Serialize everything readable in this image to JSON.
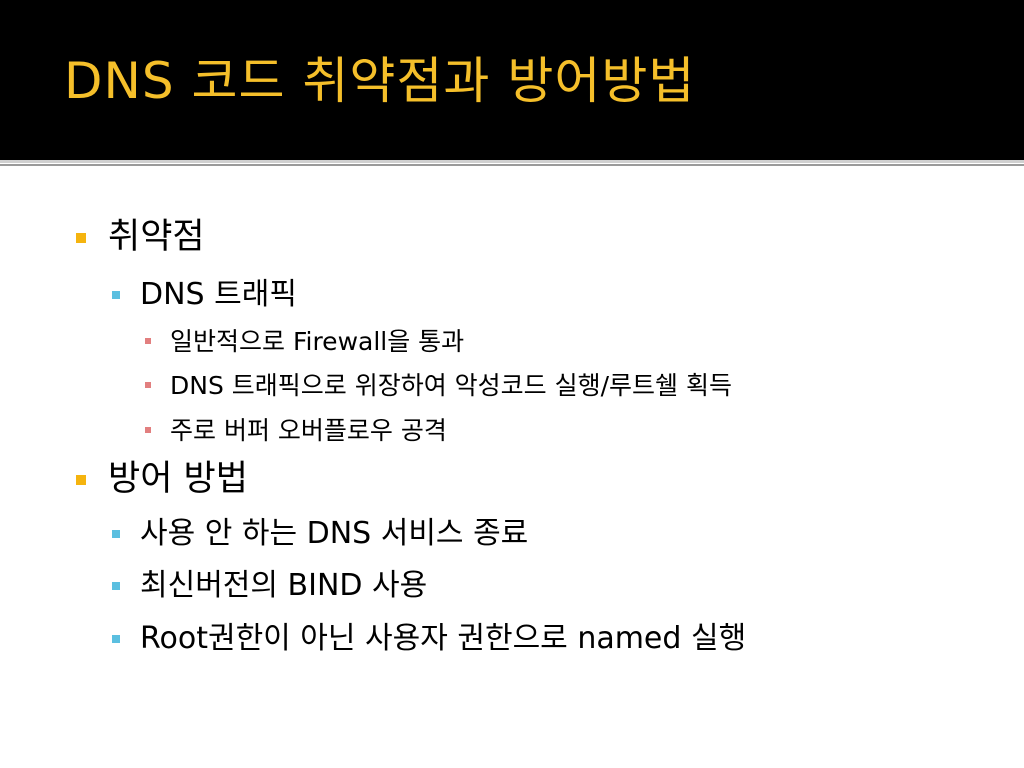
{
  "slide": {
    "title": "DNS 코드 취약점과 방어방법",
    "colors": {
      "title_bg": "#000000",
      "title_text": "#f5bf2a",
      "bullet_level1": "#f5b40f",
      "bullet_level2": "#5bbfe0",
      "bullet_level3": "#e27f7f"
    }
  },
  "bullets": [
    {
      "level": 1,
      "text": "취약점"
    },
    {
      "level": 2,
      "text": "DNS 트래픽"
    },
    {
      "level": 3,
      "text": "일반적으로 Firewall을 통과"
    },
    {
      "level": 3,
      "text": "DNS 트래픽으로 위장하여 악성코드 실행/루트쉘 획득"
    },
    {
      "level": 3,
      "text": "주로 버퍼 오버플로우 공격"
    },
    {
      "level": 1,
      "text": "방어 방법"
    },
    {
      "level": 2,
      "text": "사용 안 하는 DNS 서비스 종료"
    },
    {
      "level": 2,
      "text": "최신버전의 BIND 사용"
    },
    {
      "level": 2,
      "text": "Root권한이 아닌 사용자 권한으로 named 실행"
    }
  ]
}
